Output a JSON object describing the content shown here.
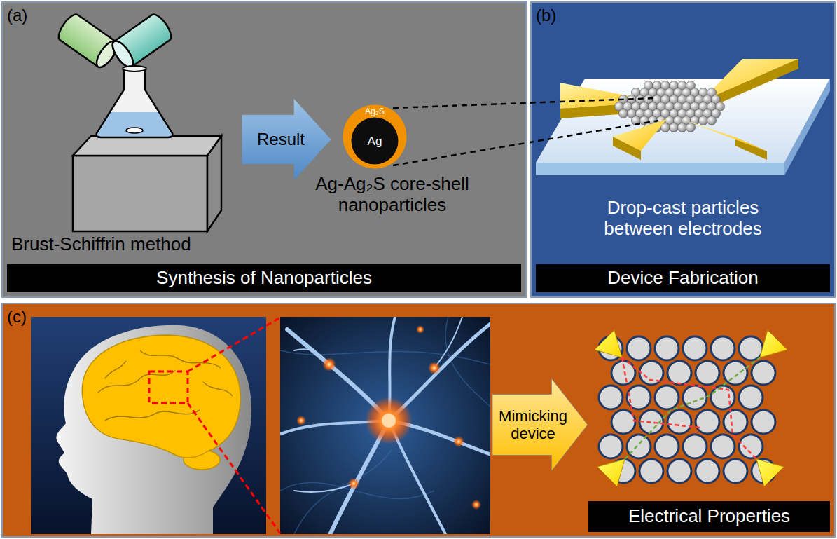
{
  "diagram": {
    "nodes": [
      {
        "text": [
          "(a)"
        ]
      },
      {
        "text": [
          "Synthesis of Nanoparticles"
        ],
        "in": 0
      },
      {
        "text": [
          "Result"
        ],
        "in": 0
      },
      {
        "text": [
          "Ag₂S"
        ],
        "in": 0
      },
      {
        "text": [
          "Ag"
        ],
        "in": 3
      },
      {
        "text": [
          "(b)"
        ]
      },
      {
        "text": [
          "Device Fabrication"
        ],
        "in": 5
      },
      {
        "text": [
          "(c)"
        ]
      },
      {
        "text": [
          "Mimicking device"
        ],
        "in": 7
      },
      {
        "text": [
          "Electrical Properties"
        ],
        "in": 7
      }
    ],
    "labels": [
      "Brust-Schiffrin method",
      "Ag-Ag₂S core-shell nanoparticles",
      "Drop-cast particles between electrodes"
    ]
  }
}
